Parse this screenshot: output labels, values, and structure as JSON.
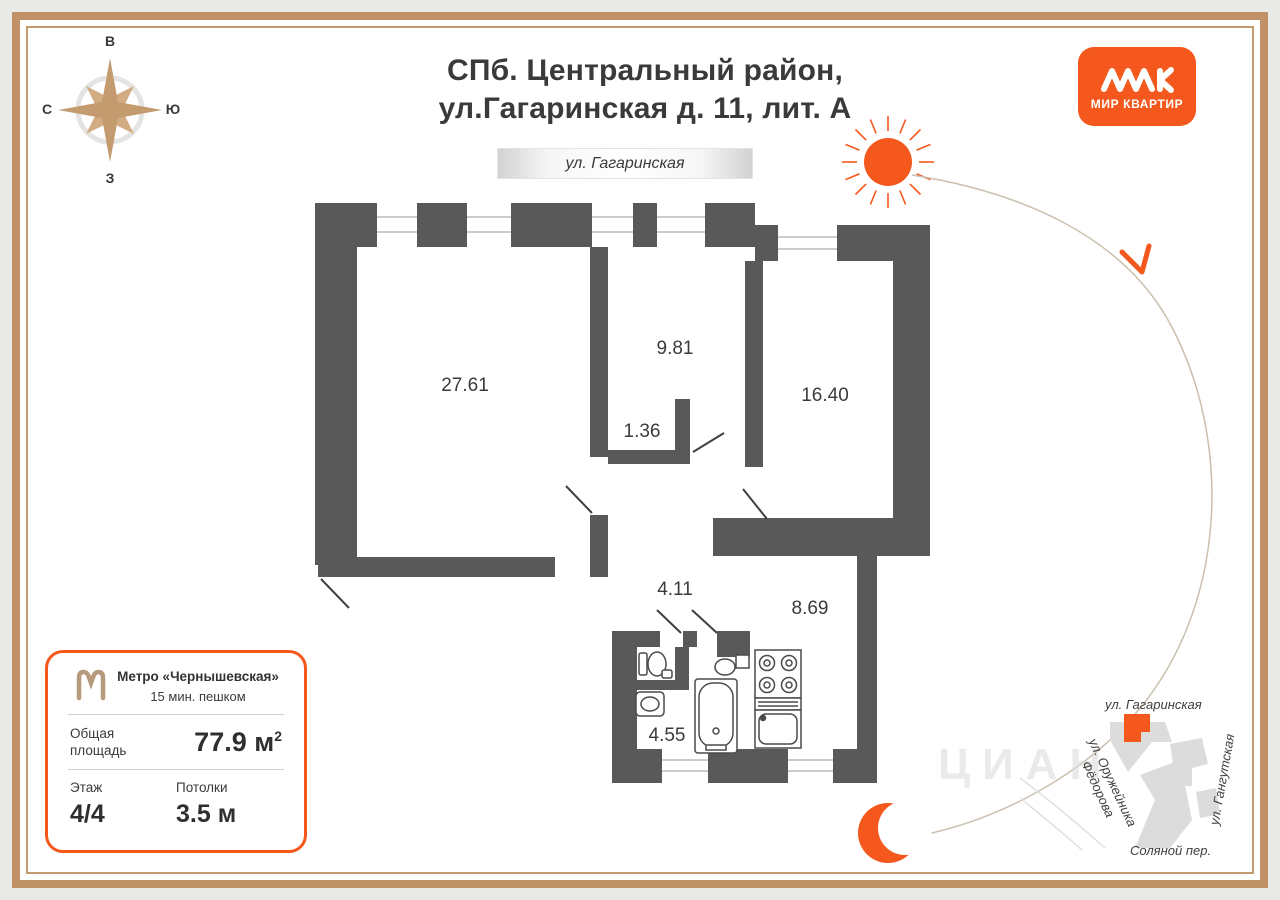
{
  "header": {
    "title_line1": "СПб. Центральный район,",
    "title_line2": "ул.Гагаринская д. 11, лит. А",
    "street_ribbon": "ул. Гагаринская"
  },
  "compass": {
    "top": "В",
    "right": "Ю",
    "left": "С",
    "bottom": "З"
  },
  "logo": {
    "brand": "МИР КВАРТИР"
  },
  "floor_plan": {
    "rooms": [
      {
        "name": "living-room",
        "area": "27.61"
      },
      {
        "name": "bedroom",
        "area": "9.81"
      },
      {
        "name": "closet",
        "area": "1.36"
      },
      {
        "name": "room-right",
        "area": "16.40"
      },
      {
        "name": "hallway",
        "area": "4.11"
      },
      {
        "name": "kitchen-corridor",
        "area": "8.69"
      },
      {
        "name": "bathroom",
        "area": "4.55"
      }
    ]
  },
  "info_card": {
    "metro_station": "Метро «Чернышевская»",
    "metro_walk": "15 мин. пешком",
    "total_area_label": "Общая площадь",
    "total_area_value": "77.9 м",
    "total_area_sup": "2",
    "floor_label": "Этаж",
    "floor_value": "4/4",
    "ceiling_label": "Потолки",
    "ceiling_value": "3.5 м"
  },
  "mini_map": {
    "street_top": "ул. Гагаринская",
    "street_left_line1": "ул. Оружейника",
    "street_left_line2": "Фёдорова",
    "street_right": "ул. Гангутская",
    "street_bottom": "Соляной пер."
  },
  "watermark": {
    "text": "ЦИАН"
  },
  "colors": {
    "accent_orange": "#f4581c",
    "wall_gray": "#595959",
    "frame_tan": "#bf9268",
    "compass_tan": "#c49a6f",
    "metro_tan": "#b69a7d"
  }
}
